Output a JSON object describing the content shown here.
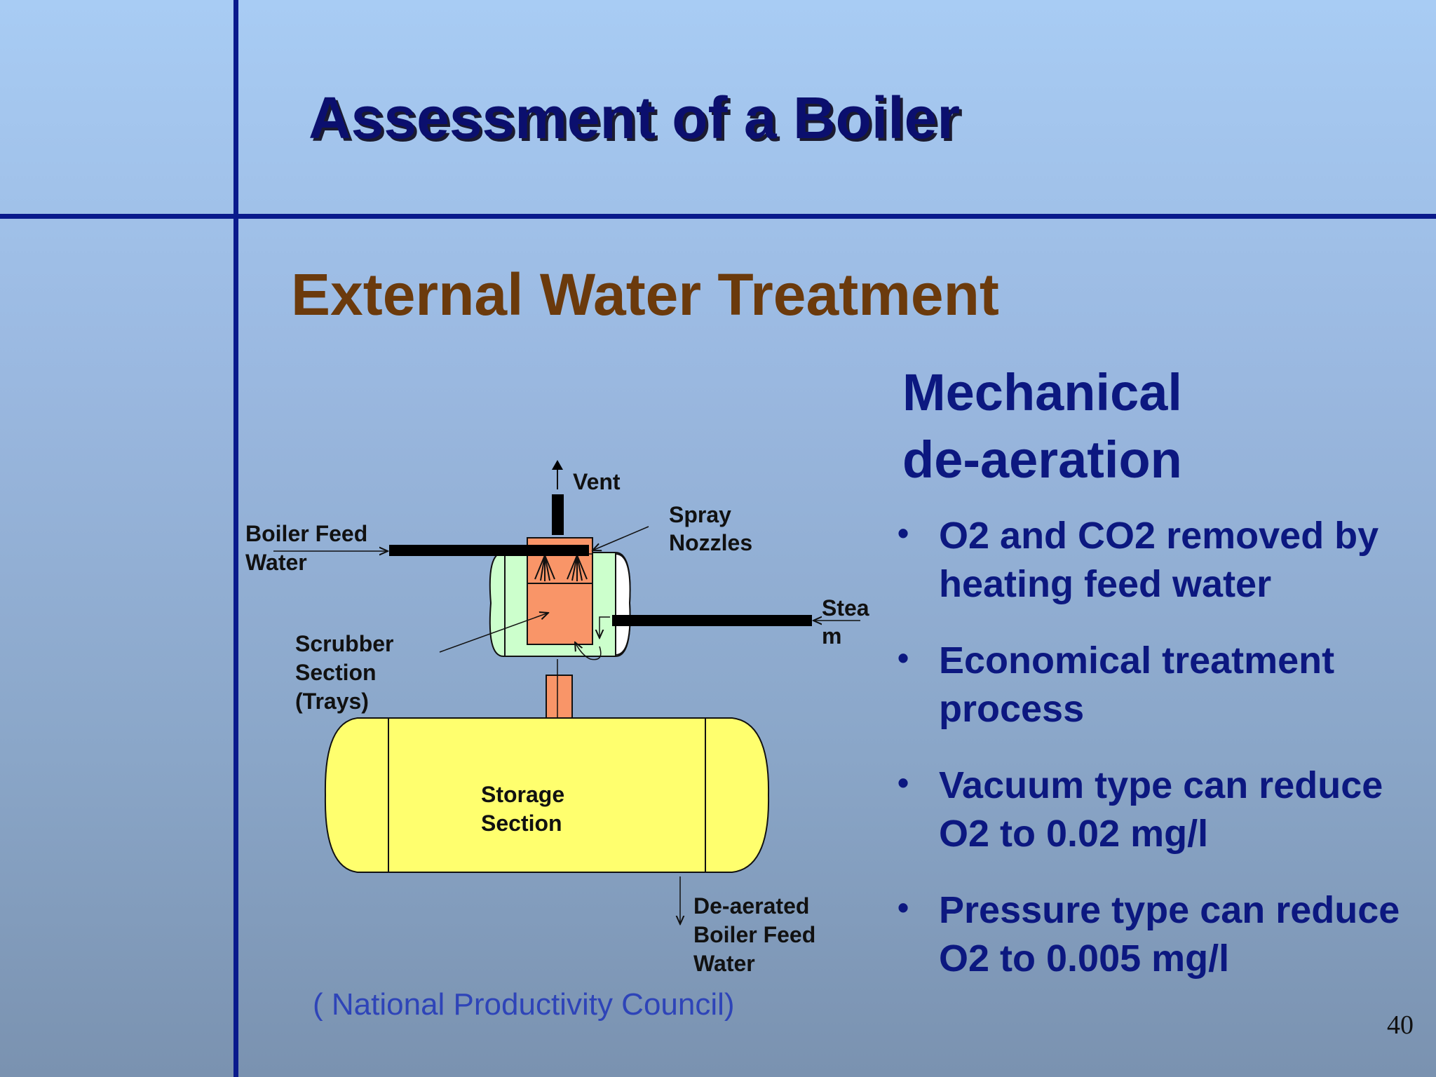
{
  "slide": {
    "title": "Assessment of a Boiler",
    "subtitle": "External Water Treatment",
    "page_number": "40",
    "source": "( National Productivity Council)"
  },
  "right": {
    "heading_line1": "Mechanical",
    "heading_line2": "de-aeration",
    "bullets": [
      "O2 and CO2 removed by heating feed water",
      "Economical treatment process",
      "Vacuum type can reduce O2 to 0.02 mg/l",
      "Pressure type can reduce O2 to 0.005 mg/l"
    ]
  },
  "diagram": {
    "vent": "Vent",
    "spray_nozzles_1": "Spray",
    "spray_nozzles_2": "Nozzles",
    "boiler_feed_water_1": "Boiler Feed",
    "boiler_feed_water_2": "Water",
    "steam_1": "Stea",
    "steam_2": "m",
    "scrubber_1": "Scrubber",
    "scrubber_2": "Section",
    "scrubber_3": "(Trays)",
    "storage_1": "Storage",
    "storage_2": "Section",
    "deaerated_1": "De-aerated",
    "deaerated_2": "Boiler Feed",
    "deaerated_3": "Water"
  },
  "colors": {
    "rule": "#0a1a8c",
    "title": "#0b0f6e",
    "subtitle": "#6b3a0c",
    "text": "#0c1880",
    "source": "#2e44b8",
    "scrubber_fill": "#f99568",
    "shell_fill": "#ccffcc",
    "storage_fill": "#ffff6e"
  }
}
